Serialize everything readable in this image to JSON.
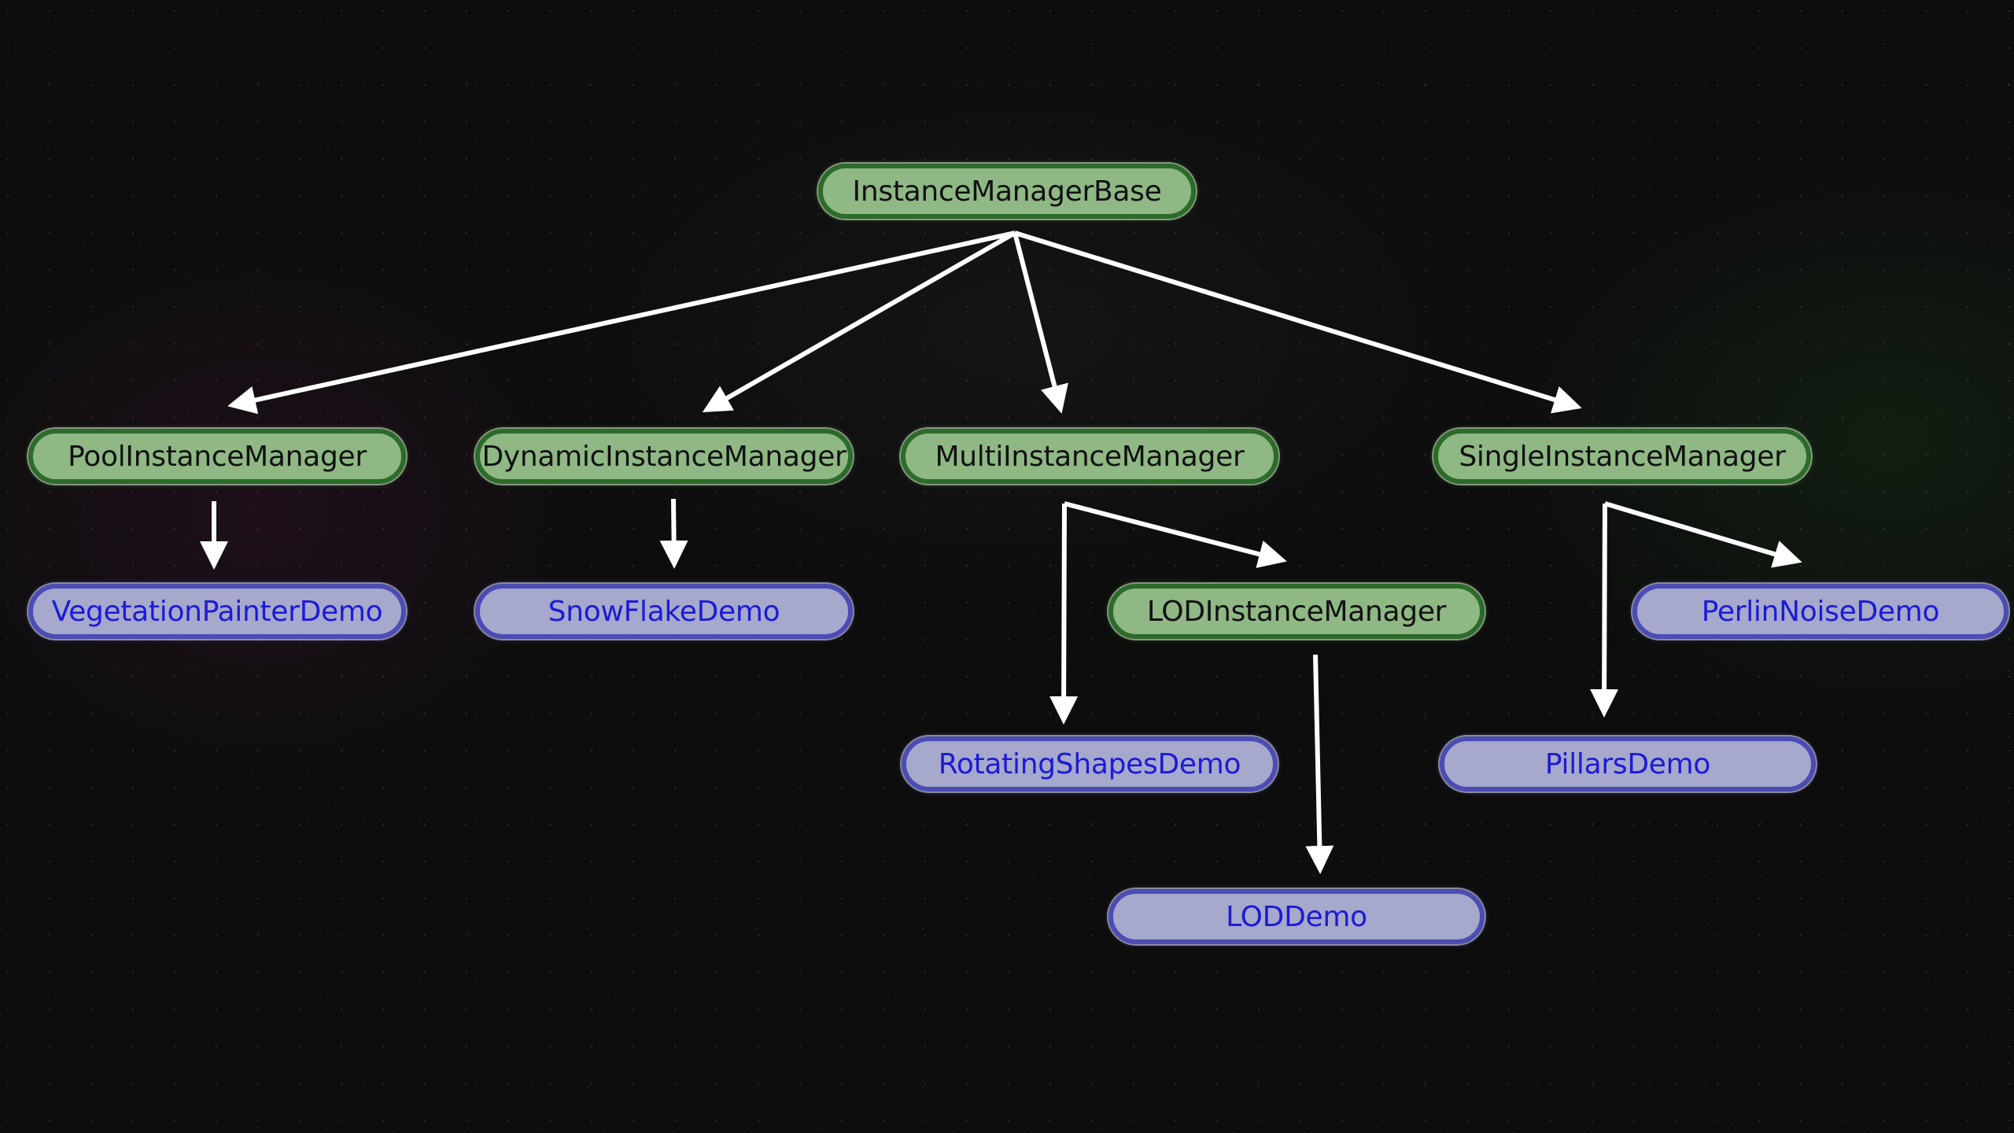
{
  "nodes": {
    "instance_manager_base": "InstanceManagerBase",
    "pool_instance_manager": "PoolInstanceManager",
    "dynamic_instance_manager": "DynamicInstanceManager",
    "multi_instance_manager": "MultiInstanceManager",
    "single_instance_manager": "SingleInstanceManager",
    "lod_instance_manager": "LODInstanceManager",
    "vegetation_painter_demo": "VegetationPainterDemo",
    "snow_flake_demo": "SnowFlakeDemo",
    "rotating_shapes_demo": "RotatingShapesDemo",
    "perlin_noise_demo": "PerlinNoiseDemo",
    "pillars_demo": "PillarsDemo",
    "lod_demo": "LODDemo"
  },
  "colors": {
    "manager_fill": "#8fb885",
    "manager_border": "#2c6b2a",
    "demo_fill": "#a6a8cc",
    "demo_border": "#4c4cb4",
    "demo_text": "#1b1bd6",
    "arrow": "#ffffff",
    "background": "#0d0d0d"
  }
}
